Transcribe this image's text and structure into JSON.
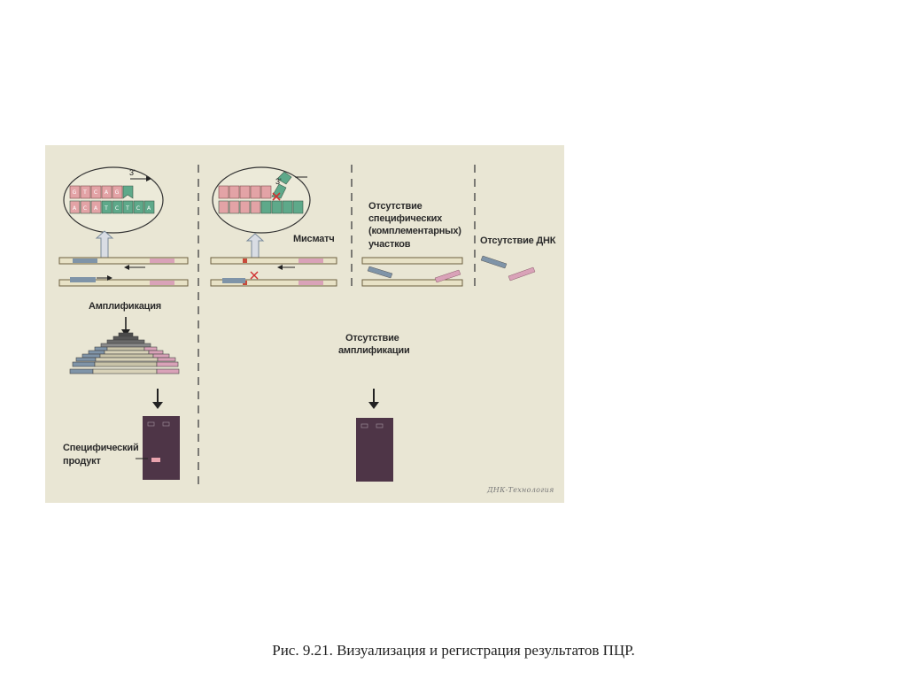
{
  "figure": {
    "labels": {
      "amplification": "Амплификация",
      "mismatch": "Мисматч",
      "no_specific_regions_line1": "Отсутствие",
      "no_specific_regions_line2": "специфических",
      "no_specific_regions_line3": "(комплементарных)",
      "no_specific_regions_line4": "участков",
      "no_dna": "Отсутствие ДНК",
      "no_amplification_line1": "Отсутствие",
      "no_amplification_line2": "амплификации",
      "specific_product_line1": "Специфический",
      "specific_product_line2": "продукт",
      "three_prime_1": "3'",
      "three_prime_2": "3'",
      "watermark": "ДНК-Технология"
    },
    "colors": {
      "panel_background": "#e9e6d4",
      "template_strand": "#8a7a56",
      "primer_blue": "#7f94a8",
      "primer_pink": "#d9a2b8",
      "gel": "#4e3547",
      "band": "#e9a3ae",
      "nucleotide_pink": "#e3a3a6",
      "nucleotide_green": "#5ea98a"
    }
  },
  "caption": "Рис. 9.21. Визуализация и регистрация результатов ПЦР."
}
